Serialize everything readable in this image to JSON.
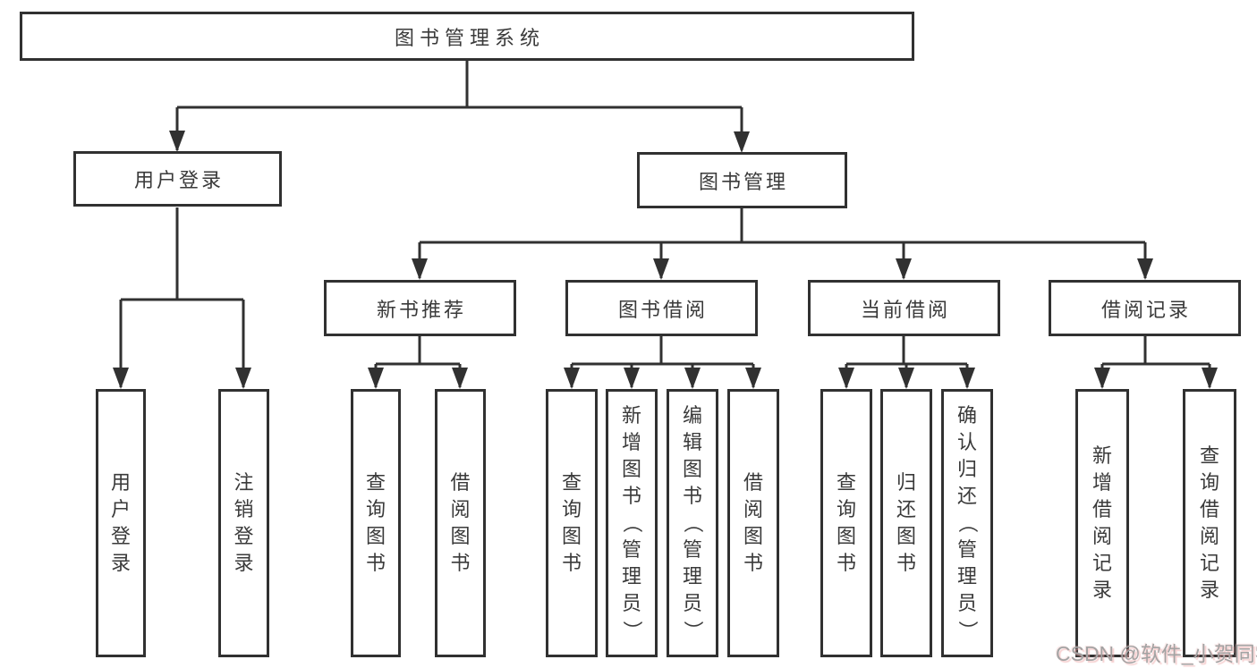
{
  "diagram": {
    "root": {
      "label": "图书管理系统"
    },
    "level2": [
      {
        "label": "用户登录"
      },
      {
        "label": "图书管理"
      }
    ],
    "level3": [
      {
        "label": "新书推荐"
      },
      {
        "label": "图书借阅"
      },
      {
        "label": "当前借阅"
      },
      {
        "label": "借阅记录"
      }
    ],
    "leaves": {
      "user_login": [
        "用户登录",
        "注销登录"
      ],
      "new_book": [
        "查询图书",
        "借阅图书"
      ],
      "book_borrow": [
        "查询图书",
        "新增图书（管理员）",
        "编辑图书（管理员）",
        "借阅图书"
      ],
      "current_borrow": [
        "查询图书",
        "归还图书",
        "确认归还（管理员）"
      ],
      "borrow_record": [
        "新增借阅记录",
        "查询借阅记录"
      ]
    }
  },
  "watermark": {
    "text": "CSDN @软件_小贺同学"
  },
  "colors": {
    "line": "#313131",
    "text": "#3a3a3a",
    "background": "#ffffff",
    "watermark": "#a3a3a3"
  }
}
